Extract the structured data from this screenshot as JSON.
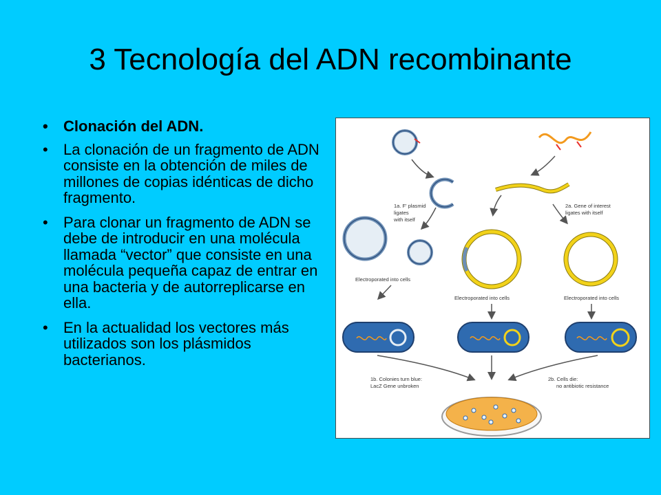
{
  "slide": {
    "title": "3 Tecnología del ADN recombinante"
  },
  "bullets": [
    {
      "marker": "•",
      "text": "Clonación del ADN."
    },
    {
      "marker": "•",
      "text": "La clonación de un fragmento de ADN consiste en la obtención de miles de millones de copias idénticas de dicho fragmento."
    },
    {
      "marker": "•",
      "text": "Para clonar un fragmento de ADN se debe de introducir en una molécula llamada “vector” que consiste en una molécula pequeña capaz de entrar en una bacteria y de autorreplicarse en ella."
    },
    {
      "marker": "•",
      "text": "En la actualidad los vectores más utilizados son los plásmidos bacterianos."
    }
  ],
  "figure": {
    "labels": {
      "plasmid_1": "1a. F' plasmid",
      "plasmid_2": "ligates",
      "plasmid_3": "with itself",
      "gene_1": "2a. Gene of interest",
      "gene_2": "ligates with itself",
      "electro_left": "Electroporated into cells",
      "electro_mid": "Electroporated into cells",
      "electro_right": "Electroporated into cells",
      "colonies_1": "1b. Colonies turn blue:",
      "colonies_2": "LacZ Gene unbroken",
      "die_1": "2b. Cells die:",
      "die_2": "no antibiotic resistance"
    },
    "colors": {
      "plasmid_blue": "#6d8fb5",
      "plasmid_fill": "#e6eef5",
      "dna_yellow": "#f2d21a",
      "dna_outline": "#8a7a10",
      "cell_blue": "#2f6bb0",
      "cell_dark": "#1e3f6e",
      "dish_orange": "#f4b24a",
      "cut_red": "#e8312d",
      "dna_orange": "#f39a1e"
    }
  }
}
